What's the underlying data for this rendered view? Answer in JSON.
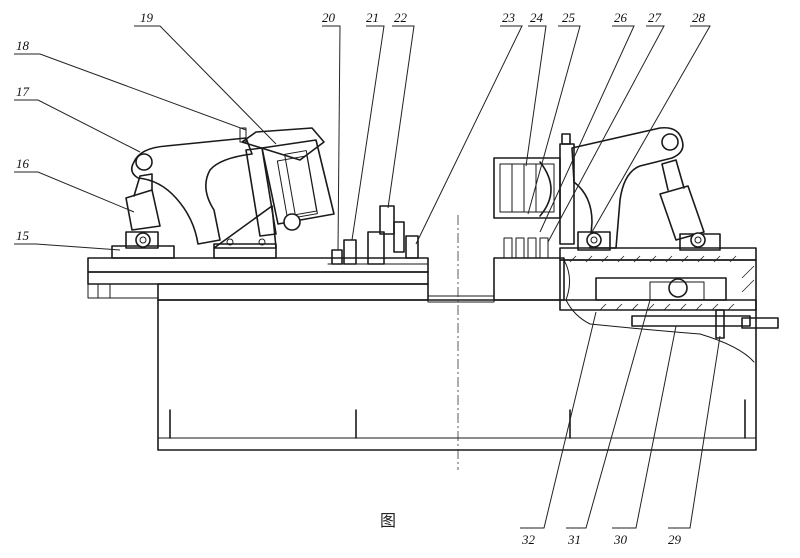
{
  "callouts": [
    {
      "id": "15",
      "text": "15"
    },
    {
      "id": "16",
      "text": "16"
    },
    {
      "id": "17",
      "text": "17"
    },
    {
      "id": "18",
      "text": "18"
    },
    {
      "id": "19",
      "text": "19"
    },
    {
      "id": "20",
      "text": "20"
    },
    {
      "id": "21",
      "text": "21"
    },
    {
      "id": "22",
      "text": "22"
    },
    {
      "id": "23",
      "text": "23"
    },
    {
      "id": "24",
      "text": "24"
    },
    {
      "id": "25",
      "text": "25"
    },
    {
      "id": "26",
      "text": "26"
    },
    {
      "id": "27",
      "text": "27"
    },
    {
      "id": "28",
      "text": "28"
    },
    {
      "id": "29",
      "text": "29"
    },
    {
      "id": "30",
      "text": "30"
    },
    {
      "id": "31",
      "text": "31"
    },
    {
      "id": "32",
      "text": "32"
    }
  ],
  "figure_caption": "图"
}
